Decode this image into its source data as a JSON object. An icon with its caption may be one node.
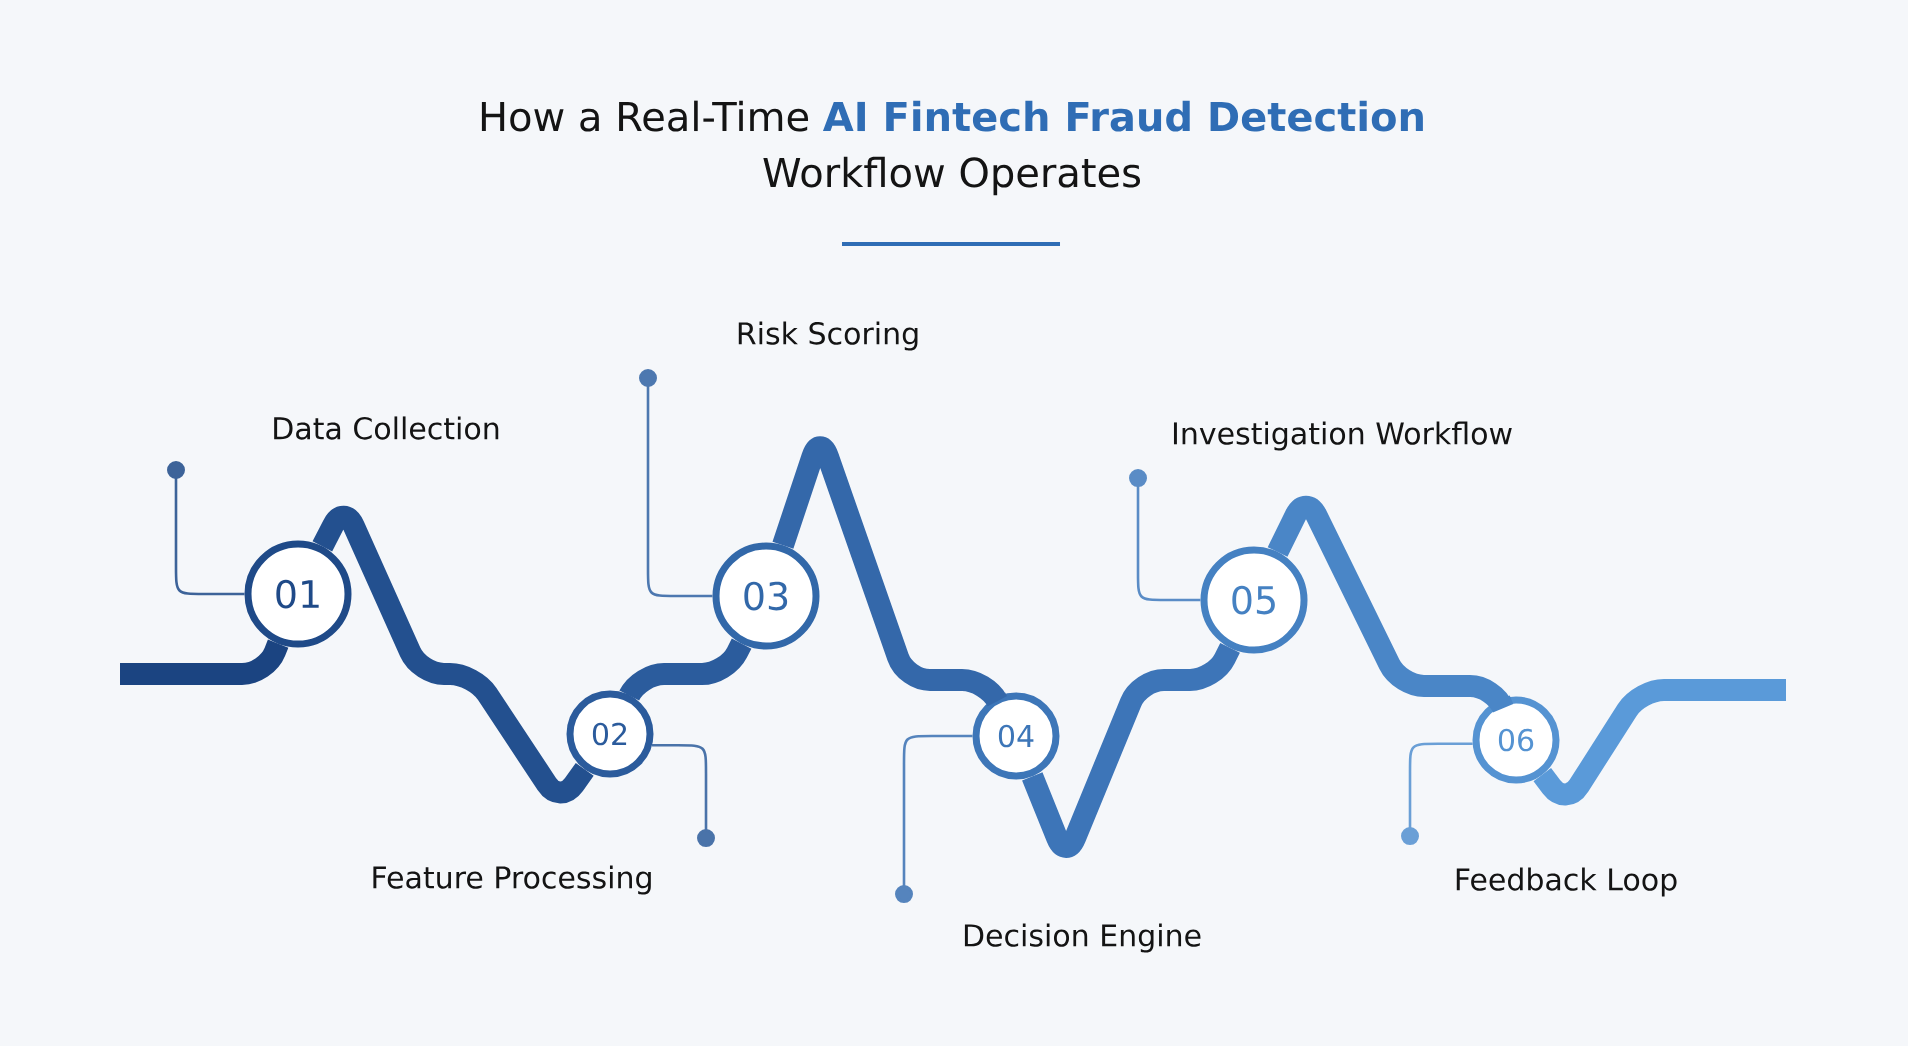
{
  "diagram": {
    "title": "How a Real-Time **AI Fintech Fraud Detection** Workflow Operates",
    "nodes": [
      {
        "text": [
          "01"
        ],
        "beside": [
          "Data Collection"
        ]
      },
      {
        "text": [
          "02"
        ],
        "beside": [
          "Feature Processing"
        ]
      },
      {
        "text": [
          "03"
        ]
      },
      {
        "text": [
          "04"
        ]
      },
      {
        "text": [
          "05"
        ],
        "beside": [
          "Investigation Workflow"
        ]
      },
      {
        "text": [
          "06"
        ],
        "beside": [
          "Feedback Loop"
        ]
      }
    ],
    "edges": [
      {
        "from": null,
        "to": 0,
        "arrow": "none",
        "color": "#1b4481"
      },
      {
        "from": 0,
        "to": 1,
        "arrow": "none",
        "color": "#23508f"
      },
      {
        "from": 1,
        "to": 2,
        "arrow": "none",
        "color": "#2b5c9d"
      },
      {
        "from": 2,
        "to": 3,
        "arrow": "none",
        "color": "#3468aa"
      },
      {
        "from": 3,
        "to": 4,
        "arrow": "none",
        "color": "#3d75b8"
      },
      {
        "from": 4,
        "to": 5,
        "arrow": "none",
        "color": "#4a86c7"
      },
      {
        "from": 5,
        "to": null,
        "arrow": "none",
        "color": "#5a9ad9"
      },
      {
        "from": 0,
        "to": null,
        "arrow": "other",
        "color": "#3d6399"
      },
      {
        "from": 1,
        "to": null,
        "arrow": "other",
        "color": "#4a73a9"
      },
      {
        "from": 2,
        "to": null,
        "arrow": "other",
        "color": "#4d78b0"
      },
      {
        "from": 3,
        "to": null,
        "arrow": "other",
        "color": "#5584bd"
      },
      {
        "from": 4,
        "to": null,
        "arrow": "other",
        "color": "#5a8cc6"
      },
      {
        "from": 5,
        "to": null,
        "arrow": "other",
        "color": "#6a9fd6"
      }
    ],
    "labels": [
      "Risk Scoring",
      "Decision Engine"
    ]
  }
}
